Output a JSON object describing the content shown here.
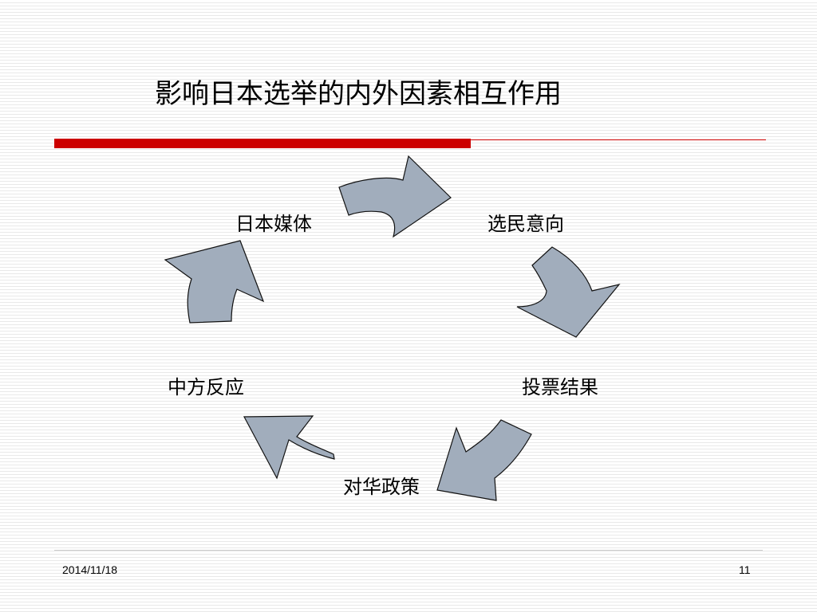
{
  "slide": {
    "title": "影响日本选举的内外因素相互作用",
    "footer_date": "2014/11/18",
    "page_number": "11"
  },
  "cycle": {
    "nodes": [
      "日本媒体",
      "选民意向",
      "投票结果",
      "对华政策",
      "中方反应"
    ],
    "arrow_fill": "#a1adbc",
    "arrow_stroke": "#111111"
  },
  "colors": {
    "accent_rule": "#cc0000"
  }
}
